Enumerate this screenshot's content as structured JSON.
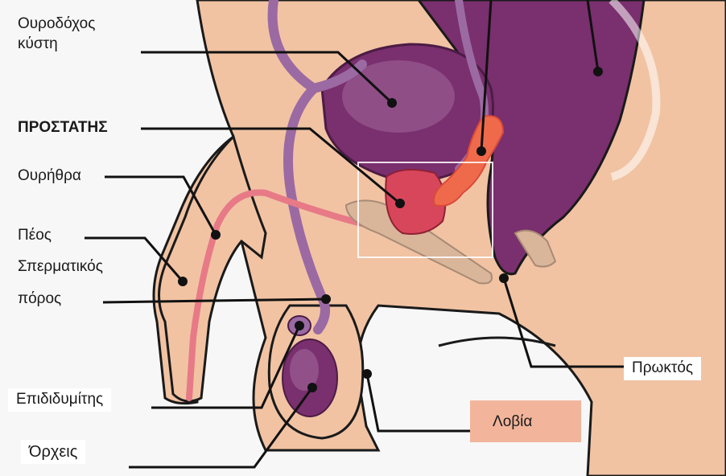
{
  "labels": {
    "bladder_line1": "Ουροδόχος",
    "bladder_line2": "κύστη",
    "prostate": "ΠΡΟΣΤΑΤΗΣ",
    "urethra": "Ουρήθρα",
    "penis": "Πέος",
    "vas_line1": "Σπερματικός",
    "vas_line2": "πόρος",
    "epididymis": "Επιδιδυμίτης",
    "testes": "Όρχεις",
    "rectum": "Πρωκτός",
    "lobia": "Λοβία"
  },
  "colors": {
    "background": "#ffffff",
    "skin": "#f1c3a3",
    "skin_outline": "#1a1a1a",
    "purple_organ": "#7a2f6e",
    "purple_light": "#a0679a",
    "vas_tube": "#9b6aa3",
    "urethra": "#e77a86",
    "prostate": "#d8465c",
    "tumor": "#ef6a4b",
    "lobia_box": "#f2b59b"
  }
}
